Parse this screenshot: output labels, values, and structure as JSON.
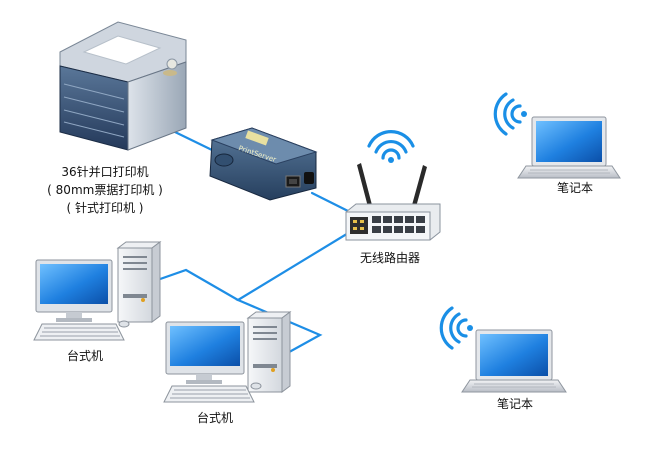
{
  "printer": {
    "label_line1": "36针并口打印机",
    "label_line2": "( 80mm票据打印机 )",
    "label_line3": "( 针式打印机 )"
  },
  "print_server": {
    "brand_text": "PrintServer"
  },
  "router": {
    "label": "无线路由器"
  },
  "laptop_top": {
    "label": "笔记本"
  },
  "laptop_bottom": {
    "label": "笔记本"
  },
  "desktop_left": {
    "label": "台式机"
  },
  "desktop_center": {
    "label": "台式机"
  },
  "colors": {
    "cable": "#1e8ee6",
    "wifi": "#1a8fe6",
    "printer_body": "#2f4a6e",
    "device_body": "#dfe4ea",
    "screen": "#1f80e0"
  }
}
